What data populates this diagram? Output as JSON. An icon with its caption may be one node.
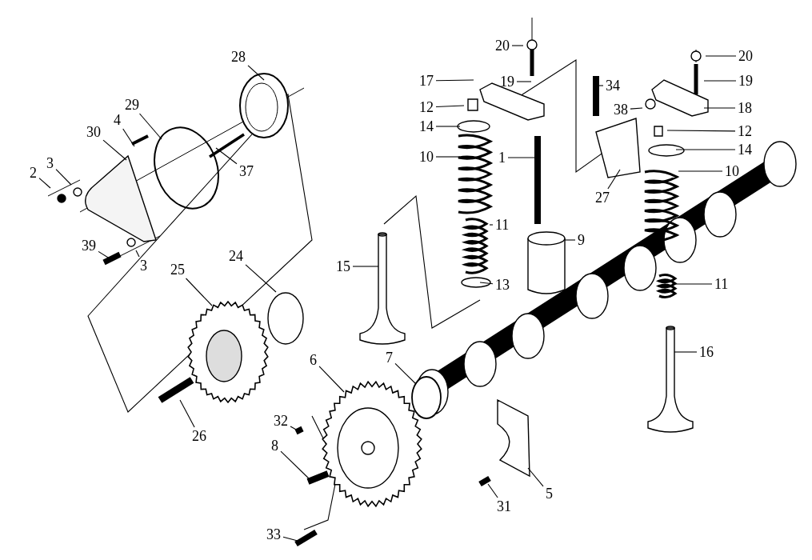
{
  "diagram": {
    "nodes": [
      {
        "text": [
          "20"
        ]
      },
      {
        "text": [
          "28"
        ]
      },
      {
        "text": [
          "20"
        ]
      },
      {
        "text": [
          "17"
        ]
      },
      {
        "text": [
          "19"
        ]
      },
      {
        "text": [
          "34"
        ]
      },
      {
        "text": [
          "19"
        ]
      },
      {
        "text": [
          "29"
        ]
      },
      {
        "text": [
          "4"
        ]
      },
      {
        "text": [
          "30"
        ]
      },
      {
        "text": [
          "12"
        ]
      },
      {
        "text": [
          "38"
        ]
      },
      {
        "text": [
          "18"
        ]
      },
      {
        "text": [
          "14"
        ]
      },
      {
        "text": [
          "12"
        ]
      },
      {
        "text": [
          "14"
        ]
      },
      {
        "text": [
          "3"
        ]
      },
      {
        "text": [
          "1"
        ]
      },
      {
        "text": [
          "10"
        ]
      },
      {
        "text": [
          "37"
        ]
      },
      {
        "text": [
          "2"
        ]
      },
      {
        "text": [
          "27"
        ]
      },
      {
        "text": [
          "10"
        ]
      },
      {
        "text": [
          "11"
        ]
      },
      {
        "text": [
          "9"
        ]
      },
      {
        "text": [
          "39"
        ]
      },
      {
        "text": [
          "24"
        ]
      },
      {
        "text": [
          "3"
        ]
      },
      {
        "text": [
          "15"
        ]
      },
      {
        "text": [
          "25"
        ]
      },
      {
        "text": [
          "11"
        ]
      },
      {
        "text": [
          "13"
        ]
      },
      {
        "text": [
          "16"
        ]
      },
      {
        "text": [
          "6"
        ]
      },
      {
        "text": [
          "7"
        ]
      },
      {
        "text": [
          "32"
        ]
      },
      {
        "text": [
          "26"
        ]
      },
      {
        "text": [
          "8"
        ]
      },
      {
        "text": [
          "5"
        ]
      },
      {
        "text": [
          "31"
        ]
      },
      {
        "text": [
          "33"
        ]
      }
    ],
    "edges": [
      {
        "from": 0,
        "to": null,
        "arrow": "none"
      },
      {
        "from": 1,
        "to": null,
        "arrow": "none"
      },
      {
        "from": 2,
        "to": null,
        "arrow": "none"
      },
      {
        "from": 3,
        "to": null,
        "arrow": "none"
      },
      {
        "from": 4,
        "to": null,
        "arrow": "none"
      },
      {
        "from": 5,
        "to": null,
        "arrow": "none"
      },
      {
        "from": 6,
        "to": null,
        "arrow": "none"
      },
      {
        "from": 7,
        "to": null,
        "arrow": "none"
      },
      {
        "from": 8,
        "to": null,
        "arrow": "none"
      },
      {
        "from": 9,
        "to": null,
        "arrow": "none"
      },
      {
        "from": 10,
        "to": null,
        "arrow": "none"
      },
      {
        "from": 11,
        "to": null,
        "arrow": "none"
      },
      {
        "from": 12,
        "to": null,
        "arrow": "none"
      },
      {
        "from": 13,
        "to": null,
        "arrow": "none"
      },
      {
        "from": 14,
        "to": null,
        "arrow": "none"
      },
      {
        "from": 15,
        "to": null,
        "arrow": "none"
      },
      {
        "from": 16,
        "to": null,
        "arrow": "none"
      },
      {
        "from": 17,
        "to": null,
        "arrow": "none"
      },
      {
        "from": 18,
        "to": null,
        "arrow": "none"
      },
      {
        "from": 19,
        "to": null,
        "arrow": "none"
      },
      {
        "from": 20,
        "to": null,
        "arrow": "none"
      },
      {
        "from": 21,
        "to": null,
        "arrow": "none"
      },
      {
        "from": 22,
        "to": null,
        "arrow": "none"
      },
      {
        "from": 23,
        "to": null,
        "arrow": "none"
      },
      {
        "from": 24,
        "to": null,
        "arrow": "none"
      },
      {
        "from": 25,
        "to": null,
        "arrow": "none"
      },
      {
        "from": 26,
        "to": null,
        "arrow": "none"
      },
      {
        "from": 27,
        "to": null,
        "arrow": "none"
      },
      {
        "from": 28,
        "to": null,
        "arrow": "none"
      },
      {
        "from": 29,
        "to": null,
        "arrow": "none"
      },
      {
        "from": 30,
        "to": null,
        "arrow": "none"
      },
      {
        "from": 31,
        "to": null,
        "arrow": "none"
      },
      {
        "from": 32,
        "to": null,
        "arrow": "none"
      },
      {
        "from": 33,
        "to": null,
        "arrow": "none"
      },
      {
        "from": 34,
        "to": null,
        "arrow": "none"
      },
      {
        "from": 35,
        "to": null,
        "arrow": "none"
      },
      {
        "from": 36,
        "to": null,
        "arrow": "none"
      },
      {
        "from": 37,
        "to": null,
        "arrow": "none"
      },
      {
        "from": 38,
        "to": null,
        "arrow": "none"
      },
      {
        "from": 39,
        "to": null,
        "arrow": "none"
      },
      {
        "from": 40,
        "to": null,
        "arrow": "none"
      }
    ]
  }
}
